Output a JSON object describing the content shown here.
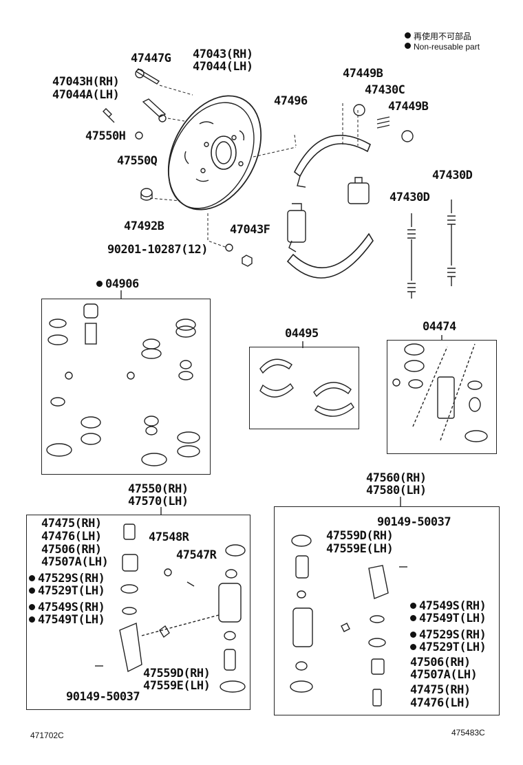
{
  "legend": {
    "reusable_jp": "再使用不可部品",
    "nonreusable_en": "Non-reusable part"
  },
  "top": {
    "p47447G": "47447G",
    "p47043RH": "47043(RH)",
    "p47044LH": "47044(LH)",
    "p47043H": "47043H(RH)",
    "p47044A": "47044A(LH)",
    "p47550H": "47550H",
    "p47550Q": "47550Q",
    "p47492B": "47492B",
    "p90201": "90201-10287(12)",
    "p47043F": "47043F",
    "p47496": "47496",
    "p47449B_a": "47449B",
    "p47430C": "47430C",
    "p47449B_b": "47449B",
    "p47430D_a": "47430D",
    "p47430D_b": "47430D"
  },
  "kits": {
    "k04906": "04906",
    "k04495": "04495",
    "k04474": "04474"
  },
  "left_box": {
    "title_rh": "47550(RH)",
    "title_lh": "47570(LH)",
    "l1": "47475(RH)",
    "l2": "47476(LH)",
    "l3": "47506(RH)",
    "l4": "47507A(LH)",
    "l5": "47529S(RH)",
    "l6": "47529T(LH)",
    "l7": "47549S(RH)",
    "l8": "47549T(LH)",
    "l9": "47548R",
    "l10": "47547R",
    "l11": "47559D(RH)",
    "l12": "47559E(LH)",
    "l13": "90149-50037"
  },
  "right_box": {
    "title_rh": "47560(RH)",
    "title_lh": "47580(LH)",
    "r1": "90149-50037",
    "r2": "47559D(RH)",
    "r3": "47559E(LH)",
    "r4": "47549S(RH)",
    "r5": "47549T(LH)",
    "r6": "47529S(RH)",
    "r7": "47529T(LH)",
    "r8": "47506(RH)",
    "r9": "47507A(LH)",
    "r10": "47475(RH)",
    "r11": "47476(LH)"
  },
  "footer": {
    "left_code": "471702C",
    "right_code": "475483C"
  }
}
